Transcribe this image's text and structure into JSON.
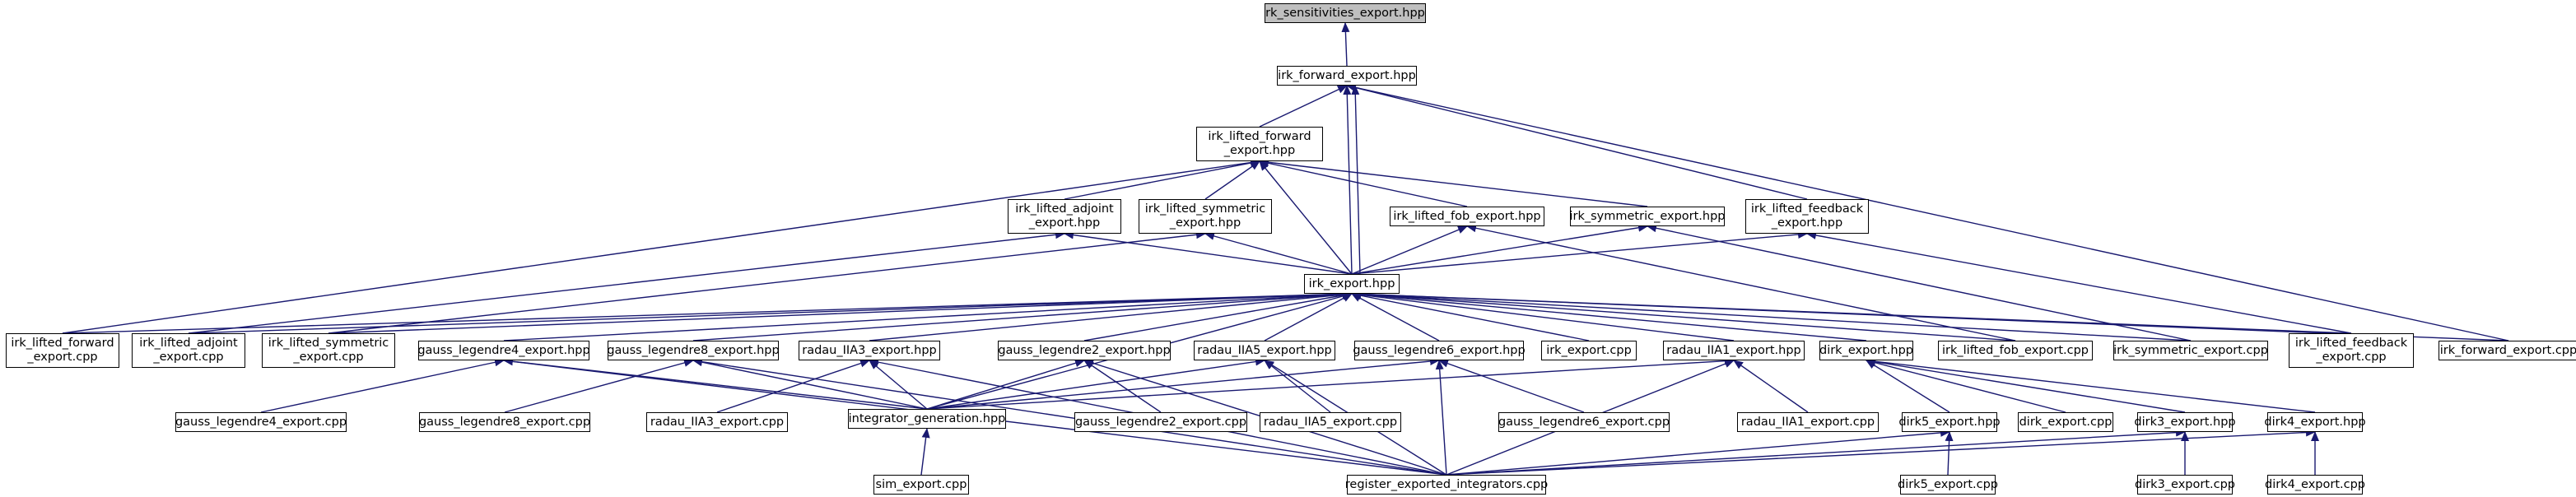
{
  "nodes": [
    {
      "id": "rk_sens",
      "lines": [
        "rk_sensitivities_export.hpp"
      ],
      "root": true
    },
    {
      "id": "irk_fwd",
      "lines": [
        "irk_forward_export.hpp"
      ]
    },
    {
      "id": "irk_lf",
      "lines": [
        "irk_lifted_forward",
        "_export.hpp"
      ]
    },
    {
      "id": "irk_la",
      "lines": [
        "irk_lifted_adjoint",
        "_export.hpp"
      ]
    },
    {
      "id": "irk_ls",
      "lines": [
        "irk_lifted_symmetric",
        "_export.hpp"
      ]
    },
    {
      "id": "irk_lfob",
      "lines": [
        "irk_lifted_fob_export.hpp"
      ]
    },
    {
      "id": "irk_sym",
      "lines": [
        "irk_symmetric_export.hpp"
      ]
    },
    {
      "id": "irk_lfb",
      "lines": [
        "irk_lifted_feedback",
        "_export.hpp"
      ]
    },
    {
      "id": "irk_exp",
      "lines": [
        "irk_export.hpp"
      ]
    },
    {
      "id": "c_lf",
      "lines": [
        "irk_lifted_forward",
        "_export.cpp"
      ]
    },
    {
      "id": "c_la",
      "lines": [
        "irk_lifted_adjoint",
        "_export.cpp"
      ]
    },
    {
      "id": "c_ls",
      "lines": [
        "irk_lifted_symmetric",
        "_export.cpp"
      ]
    },
    {
      "id": "gl4",
      "lines": [
        "gauss_legendre4_export.hpp"
      ]
    },
    {
      "id": "gl8",
      "lines": [
        "gauss_legendre8_export.hpp"
      ]
    },
    {
      "id": "r3",
      "lines": [
        "radau_IIA3_export.hpp"
      ]
    },
    {
      "id": "gl2",
      "lines": [
        "gauss_legendre2_export.hpp"
      ]
    },
    {
      "id": "r5",
      "lines": [
        "radau_IIA5_export.hpp"
      ]
    },
    {
      "id": "gl6",
      "lines": [
        "gauss_legendre6_export.hpp"
      ]
    },
    {
      "id": "c_irk",
      "lines": [
        "irk_export.cpp"
      ]
    },
    {
      "id": "r1",
      "lines": [
        "radau_IIA1_export.hpp"
      ]
    },
    {
      "id": "dirk",
      "lines": [
        "dirk_export.hpp"
      ]
    },
    {
      "id": "c_lfob",
      "lines": [
        "irk_lifted_fob_export.cpp"
      ]
    },
    {
      "id": "c_sym",
      "lines": [
        "irk_symmetric_export.cpp"
      ]
    },
    {
      "id": "c_lfb",
      "lines": [
        "irk_lifted_feedback",
        "_export.cpp"
      ]
    },
    {
      "id": "c_fwd",
      "lines": [
        "irk_forward_export.cpp"
      ]
    },
    {
      "id": "c_gl4",
      "lines": [
        "gauss_legendre4_export.cpp"
      ]
    },
    {
      "id": "c_gl8",
      "lines": [
        "gauss_legendre8_export.cpp"
      ]
    },
    {
      "id": "c_r3",
      "lines": [
        "radau_IIA3_export.cpp"
      ]
    },
    {
      "id": "ig",
      "lines": [
        "integrator_generation.hpp"
      ]
    },
    {
      "id": "c_gl2",
      "lines": [
        "gauss_legendre2_export.cpp"
      ]
    },
    {
      "id": "c_r5",
      "lines": [
        "radau_IIA5_export.cpp"
      ]
    },
    {
      "id": "c_gl6",
      "lines": [
        "gauss_legendre6_export.cpp"
      ]
    },
    {
      "id": "c_r1",
      "lines": [
        "radau_IIA1_export.cpp"
      ]
    },
    {
      "id": "dirk5",
      "lines": [
        "dirk5_export.hpp"
      ]
    },
    {
      "id": "c_dirk",
      "lines": [
        "dirk_export.cpp"
      ]
    },
    {
      "id": "dirk3",
      "lines": [
        "dirk3_export.hpp"
      ]
    },
    {
      "id": "dirk4",
      "lines": [
        "dirk4_export.hpp"
      ]
    },
    {
      "id": "c_sim",
      "lines": [
        "sim_export.cpp"
      ]
    },
    {
      "id": "c_reg",
      "lines": [
        "register_exported_integrators.cpp"
      ]
    },
    {
      "id": "c_dirk5",
      "lines": [
        "dirk5_export.cpp"
      ]
    },
    {
      "id": "c_dirk3",
      "lines": [
        "dirk3_export.cpp"
      ]
    },
    {
      "id": "c_dirk4",
      "lines": [
        "dirk4_export.cpp"
      ]
    }
  ],
  "edges": [
    [
      "irk_fwd",
      "rk_sens"
    ],
    [
      "irk_lf",
      "irk_fwd"
    ],
    [
      "irk_lfb",
      "irk_fwd"
    ],
    [
      "c_fwd",
      "irk_fwd"
    ],
    [
      "irk_exp",
      "irk_fwd"
    ],
    [
      "irk_exp",
      "irk_fwd"
    ],
    [
      "irk_la",
      "irk_lf"
    ],
    [
      "irk_ls",
      "irk_lf"
    ],
    [
      "irk_lfob",
      "irk_lf"
    ],
    [
      "irk_sym",
      "irk_lf"
    ],
    [
      "c_lf",
      "irk_lf"
    ],
    [
      "irk_exp",
      "irk_lf"
    ],
    [
      "c_la",
      "irk_la"
    ],
    [
      "irk_exp",
      "irk_la"
    ],
    [
      "c_ls",
      "irk_ls"
    ],
    [
      "irk_exp",
      "irk_ls"
    ],
    [
      "irk_exp",
      "irk_lfob"
    ],
    [
      "c_lfob",
      "irk_lfob"
    ],
    [
      "irk_exp",
      "irk_sym"
    ],
    [
      "c_sym",
      "irk_sym"
    ],
    [
      "irk_exp",
      "irk_lfb"
    ],
    [
      "c_lfb",
      "irk_lfb"
    ],
    [
      "c_lf",
      "irk_exp"
    ],
    [
      "c_la",
      "irk_exp"
    ],
    [
      "c_ls",
      "irk_exp"
    ],
    [
      "gl4",
      "irk_exp"
    ],
    [
      "gl8",
      "irk_exp"
    ],
    [
      "r3",
      "irk_exp"
    ],
    [
      "gl2",
      "irk_exp"
    ],
    [
      "r5",
      "irk_exp"
    ],
    [
      "gl6",
      "irk_exp"
    ],
    [
      "c_irk",
      "irk_exp"
    ],
    [
      "r1",
      "irk_exp"
    ],
    [
      "dirk",
      "irk_exp"
    ],
    [
      "c_lfob",
      "irk_exp"
    ],
    [
      "c_sym",
      "irk_exp"
    ],
    [
      "c_lfb",
      "irk_exp"
    ],
    [
      "c_fwd",
      "irk_exp"
    ],
    [
      "ig",
      "irk_exp"
    ],
    [
      "c_gl4",
      "gl4"
    ],
    [
      "ig",
      "gl4"
    ],
    [
      "c_reg",
      "gl4"
    ],
    [
      "c_gl8",
      "gl8"
    ],
    [
      "ig",
      "gl8"
    ],
    [
      "c_reg",
      "gl8"
    ],
    [
      "c_r3",
      "r3"
    ],
    [
      "ig",
      "r3"
    ],
    [
      "c_reg",
      "r3"
    ],
    [
      "ig",
      "gl2"
    ],
    [
      "c_gl2",
      "gl2"
    ],
    [
      "c_reg",
      "gl2"
    ],
    [
      "ig",
      "r5"
    ],
    [
      "c_r5",
      "r5"
    ],
    [
      "c_reg",
      "r5"
    ],
    [
      "ig",
      "gl6"
    ],
    [
      "c_gl6",
      "gl6"
    ],
    [
      "c_reg",
      "gl6"
    ],
    [
      "ig",
      "r1"
    ],
    [
      "c_r1",
      "r1"
    ],
    [
      "c_reg",
      "r1"
    ],
    [
      "dirk5",
      "dirk"
    ],
    [
      "c_dirk",
      "dirk"
    ],
    [
      "dirk3",
      "dirk"
    ],
    [
      "dirk4",
      "dirk"
    ],
    [
      "c_sim",
      "ig"
    ],
    [
      "c_reg",
      "dirk5"
    ],
    [
      "c_dirk5",
      "dirk5"
    ],
    [
      "c_reg",
      "dirk3"
    ],
    [
      "c_dirk3",
      "dirk3"
    ],
    [
      "c_reg",
      "dirk4"
    ],
    [
      "c_dirk4",
      "dirk4"
    ]
  ],
  "colors": {
    "edge": "#191970",
    "node_border": "#000000",
    "root_fill": "#bfbfbf",
    "node_fill": "#ffffff"
  }
}
